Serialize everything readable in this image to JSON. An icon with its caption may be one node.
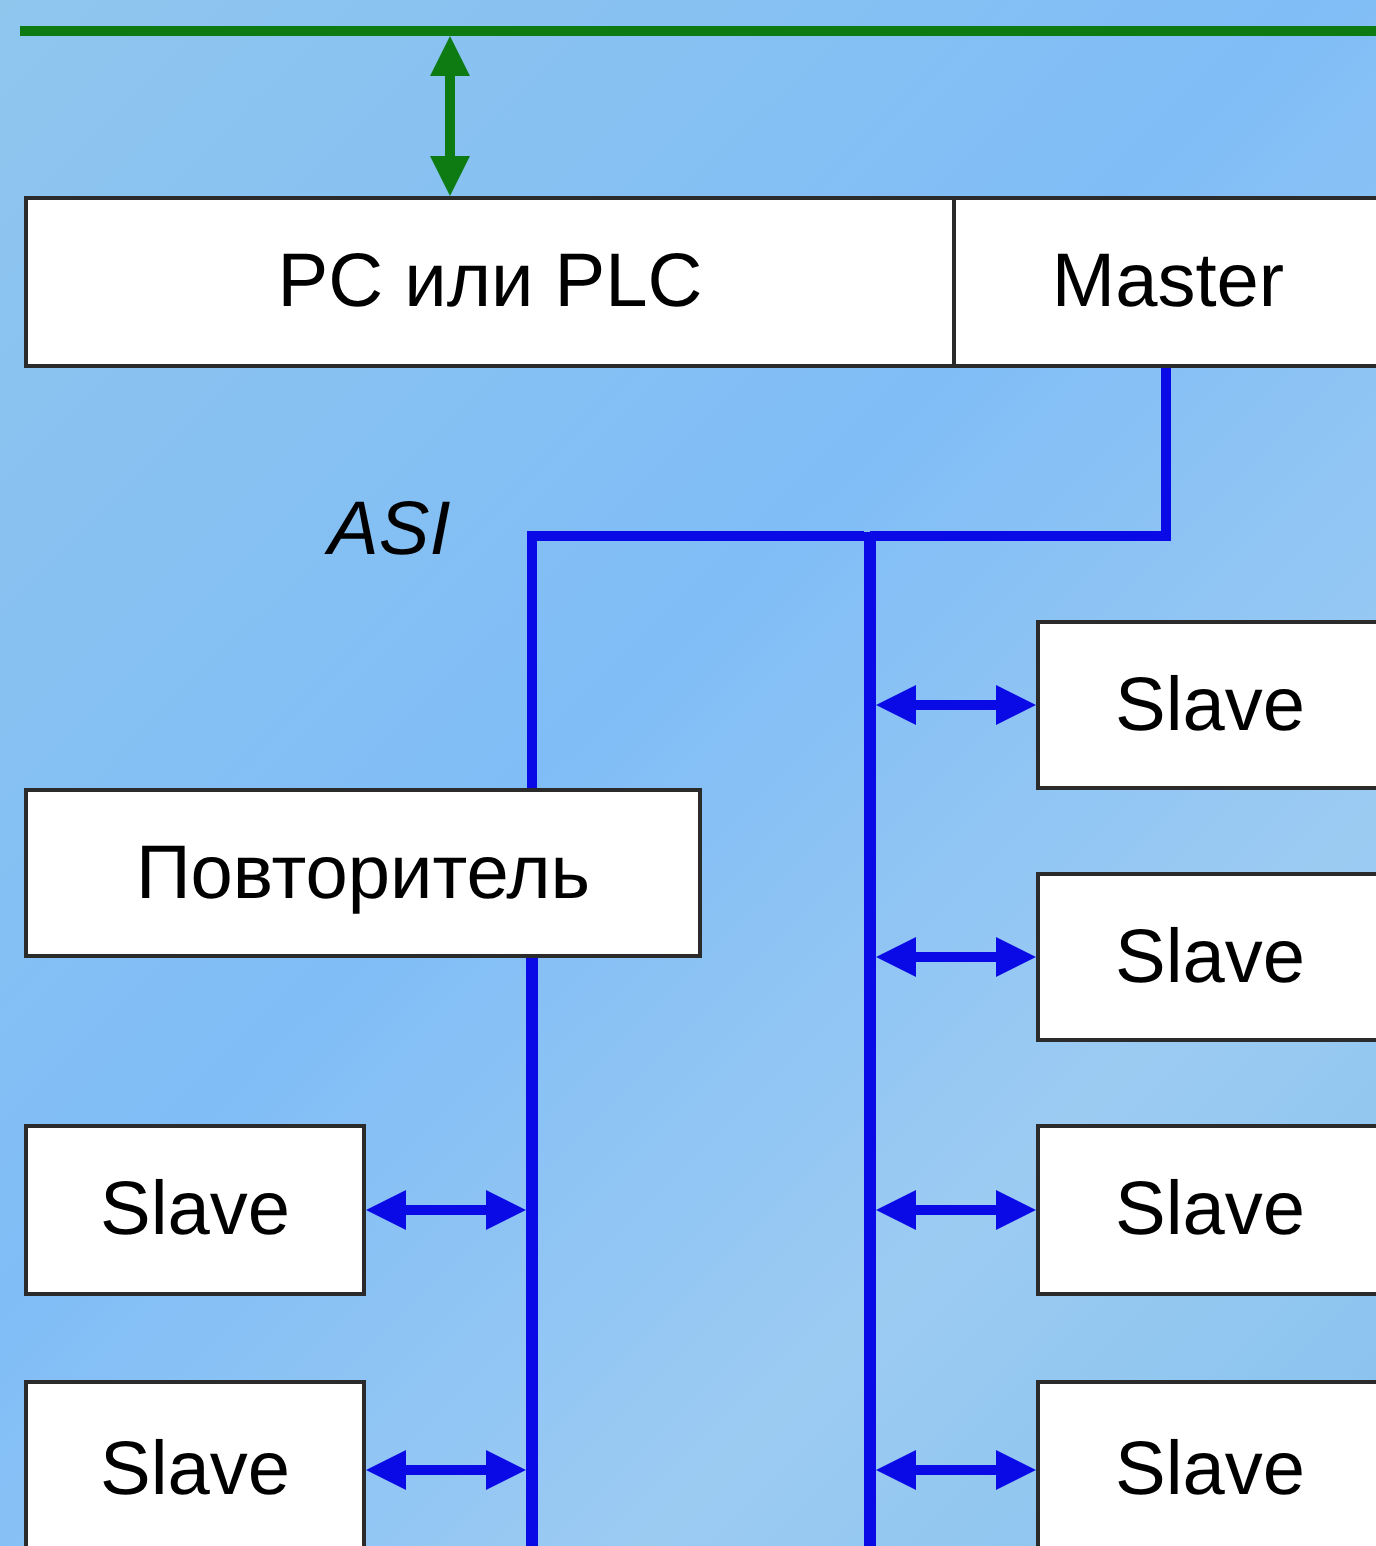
{
  "diagram": {
    "nodes": [
      {
        "text": [],
        "shape": "bar"
      },
      {
        "text": [
          "PC или PLC"
        ]
      },
      {
        "text": [
          "Master"
        ]
      },
      {
        "text": [
          "Повторитель"
        ]
      },
      {
        "text": [],
        "shape": "bar"
      },
      {
        "text": [],
        "shape": "bar"
      },
      {
        "text": [
          "Slave"
        ]
      },
      {
        "text": [
          "Slave"
        ]
      },
      {
        "text": [
          "Slave"
        ]
      },
      {
        "text": [
          "Slave"
        ]
      },
      {
        "text": [
          "Slave"
        ]
      },
      {
        "text": [
          "Slave"
        ]
      }
    ],
    "edges": [
      {
        "from": 0,
        "to": 1,
        "arrow": "both",
        "color": "#0e7a12"
      },
      {
        "from": 4,
        "to": 3,
        "arrow": "none"
      },
      {
        "from": 2,
        "to": 4,
        "arrow": "none"
      },
      {
        "from": 4,
        "to": 6,
        "arrow": "both"
      },
      {
        "from": 4,
        "to": 7,
        "arrow": "both"
      },
      {
        "from": 4,
        "to": 8,
        "arrow": "both"
      },
      {
        "from": 4,
        "to": 9,
        "arrow": "both"
      },
      {
        "from": 10,
        "to": 5,
        "arrow": "both"
      },
      {
        "from": 11,
        "to": 5,
        "arrow": "both"
      }
    ],
    "labels": [
      "ASI"
    ]
  }
}
